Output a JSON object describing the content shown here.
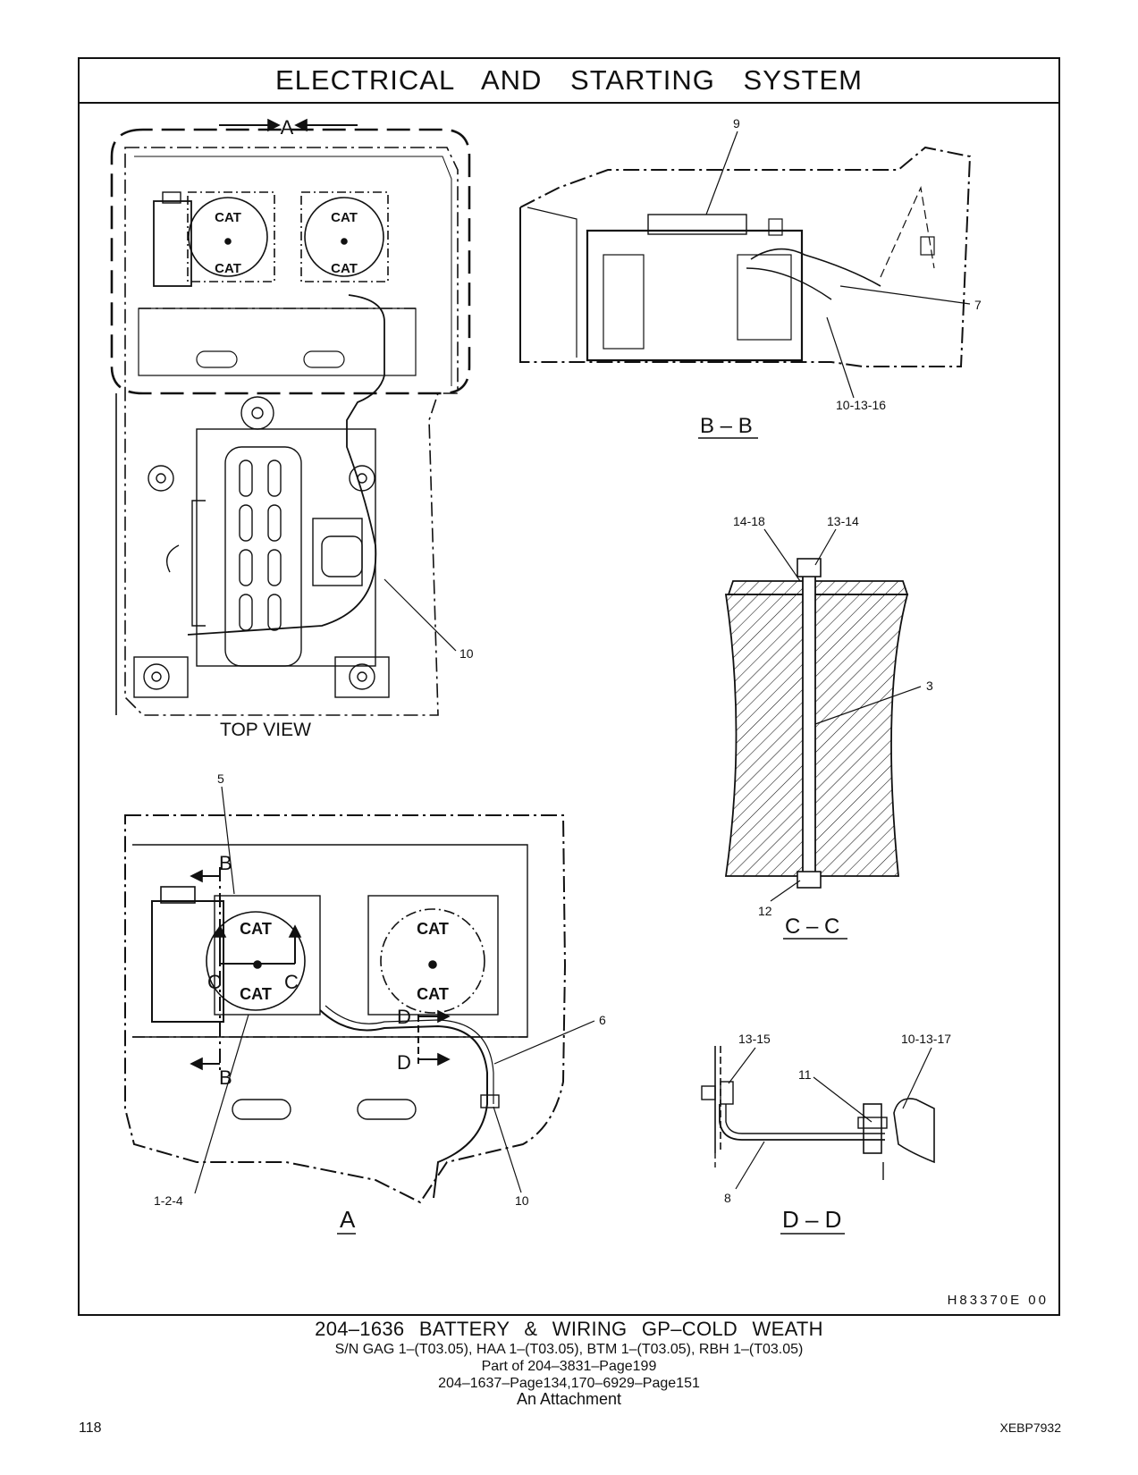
{
  "header": {
    "title": "ELECTRICAL AND STARTING SYSTEM"
  },
  "views": {
    "top_view": "TOP VIEW",
    "section_a": "A",
    "section_bb": "B – B",
    "section_cc": "C – C",
    "section_dd": "D – D",
    "section_markers": {
      "a": "A",
      "b": "B",
      "c": "C",
      "d": "D"
    }
  },
  "callouts": {
    "c9": "9",
    "c7": "7",
    "c10_13_16": "10-13-16",
    "c10_top": "10",
    "c14_18": "14-18",
    "c13_14": "13-14",
    "c3": "3",
    "c12": "12",
    "c5": "5",
    "c6": "6",
    "c1_2_4": "1-2-4",
    "c10_a": "10",
    "c13_15": "13-15",
    "c10_13_17": "10-13-17",
    "c11": "11",
    "c8": "8"
  },
  "drawing_number": "H83370E 00",
  "caption": {
    "line1": "204–1636 BATTERY & WIRING GP–COLD WEATH",
    "line2": "S/N GAG 1–(T03.05), HAA 1–(T03.05), BTM 1–(T03.05), RBH 1–(T03.05)",
    "line3": "Part of 204–3831–Page199",
    "line4": "204–1637–Page134,170–6929–Page151",
    "line5": "An Attachment"
  },
  "footer": {
    "page_number": "118",
    "doc_id": "XEBP7932"
  }
}
